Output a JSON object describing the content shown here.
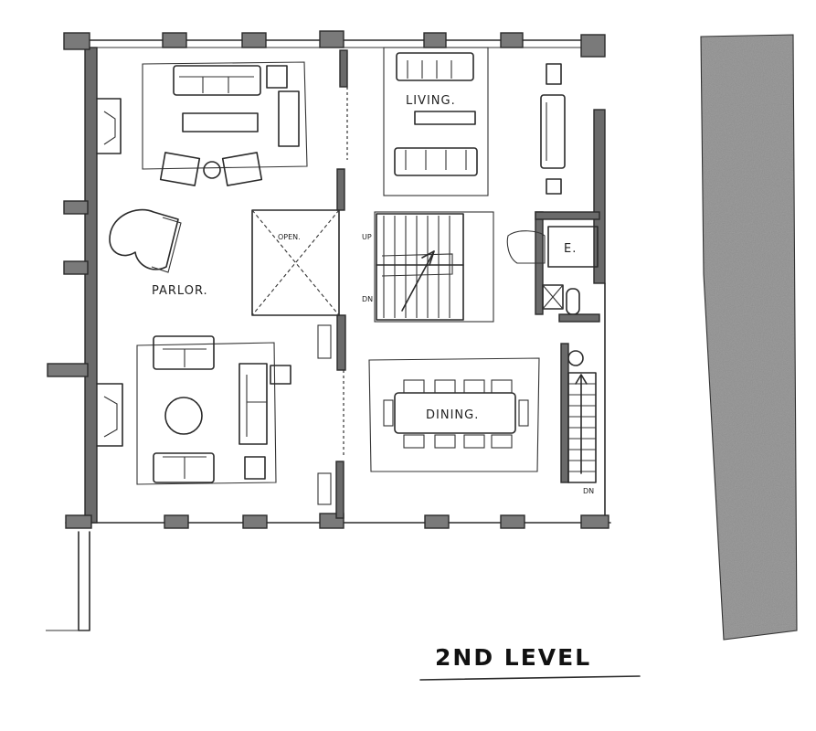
{
  "drawing": {
    "title": "2ND LEVEL"
  },
  "rooms": {
    "parlor": "PARLOR.",
    "living": "LIVING.",
    "dining": "DINING.",
    "open": "OPEN.",
    "elevator": "E."
  },
  "stairs": {
    "main_up": "UP",
    "main_down": "DN",
    "rear_down": "DN"
  },
  "colors": {
    "ink": "#2a2a2a",
    "wall_fill": "#6a6a6a",
    "shading": "#9a9a9a",
    "paper": "#ffffff"
  }
}
